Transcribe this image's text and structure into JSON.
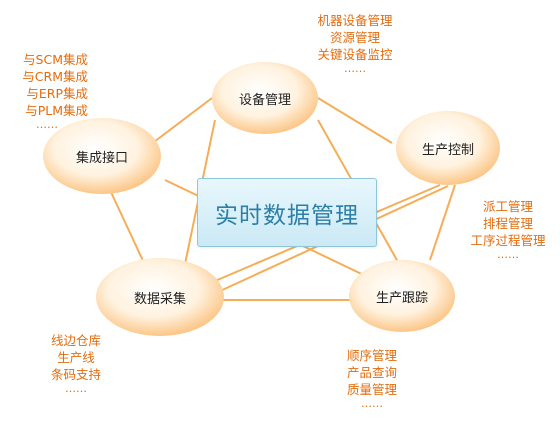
{
  "center": {
    "title": "实时数据管理"
  },
  "nodes": {
    "equipment": {
      "label": "设备管理"
    },
    "control": {
      "label": "生产控制"
    },
    "tracking": {
      "label": "生产跟踪"
    },
    "collection": {
      "label": "数据采集"
    },
    "integration": {
      "label": "集成接口"
    }
  },
  "details": {
    "equipment": {
      "items": [
        "机器设备管理",
        "资源管理",
        "关键设备监控"
      ],
      "more": "……"
    },
    "integration": {
      "items": [
        "与SCM集成",
        "与CRM集成",
        "与ERP集成",
        "与PLM集成"
      ],
      "more": "……"
    },
    "control": {
      "items": [
        "派工管理",
        "排程管理",
        "工序过程管理"
      ],
      "more": "……"
    },
    "collection": {
      "items": [
        "线边仓库",
        "生产线",
        "条码支持"
      ],
      "more": "……"
    },
    "tracking": {
      "items": [
        "顺序管理",
        "产品查询",
        "质量管理"
      ],
      "more": "……"
    }
  },
  "colors": {
    "connector": "#f6ad58",
    "node_fill_center": "#ffffff",
    "node_fill_edge": "#fbbd76",
    "detail_text": "#e26d10",
    "center_text": "#2d7fa6",
    "center_border": "#8ec7d8"
  }
}
